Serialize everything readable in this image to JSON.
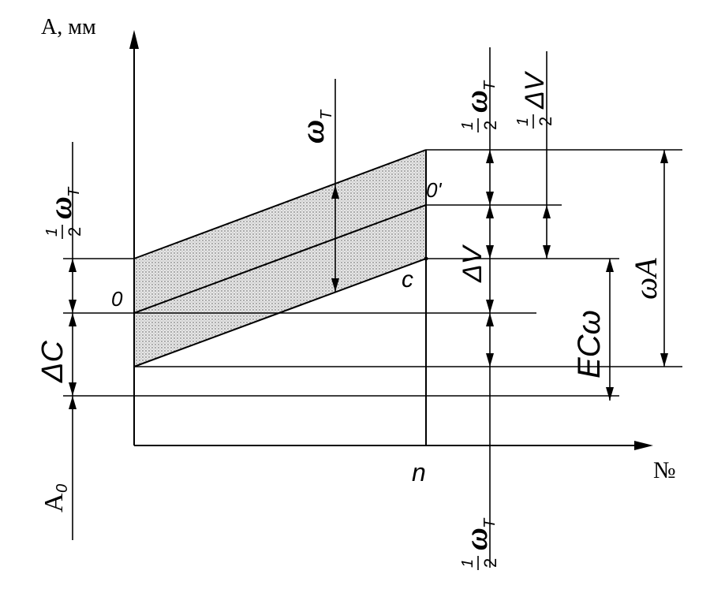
{
  "axes": {
    "y_label": "A, мм",
    "x_label": "№",
    "x_tick_n": "n"
  },
  "points": {
    "origin": "0",
    "origin_prime": "0'",
    "c": "c"
  },
  "dimensions": {
    "half": {
      "num": "1",
      "den": "2"
    },
    "omega_t": "ω",
    "omega_t_sub": "T",
    "delta_v": "ΔV",
    "delta_c": "ΔC",
    "omega_a": "ωA",
    "ec_omega": "ECω",
    "a0": "A",
    "a0_sub": "0"
  },
  "colors": {
    "line": "#000000",
    "hatch_fill": "#cfcfcf"
  }
}
